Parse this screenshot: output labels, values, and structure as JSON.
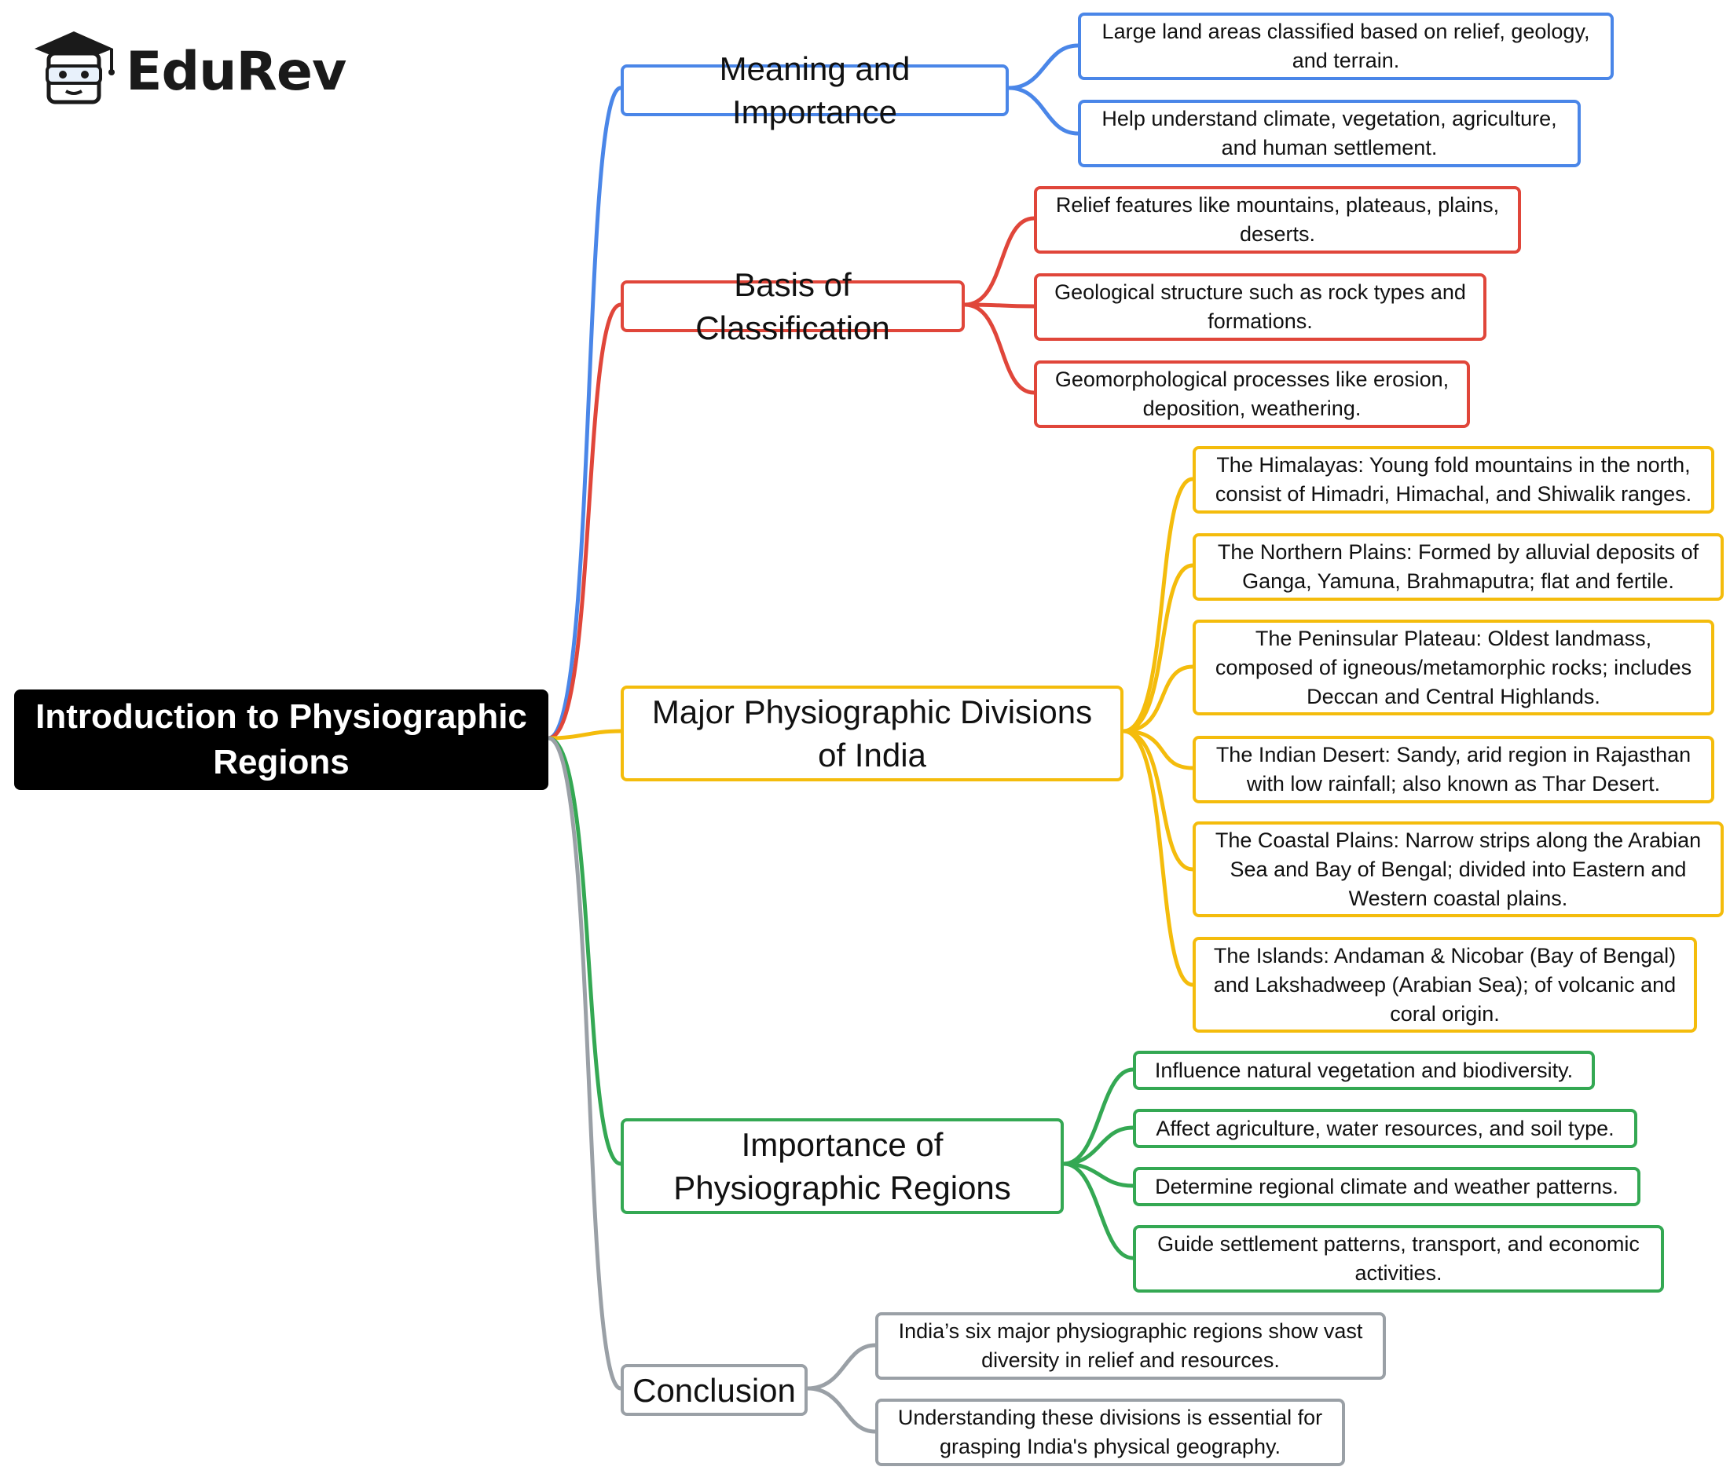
{
  "brand": {
    "name": "EduRev",
    "logo_icon": "graduation-cap-icon"
  },
  "root": {
    "title": "Introduction to Physiographic Regions"
  },
  "colors": {
    "meaning": "#4a86e8",
    "basis": "#e0463a",
    "divisions": "#f4bc0c",
    "importance": "#34a853",
    "conclusion": "#9aa0a6"
  },
  "branches": [
    {
      "key": "meaning",
      "label": "Meaning and Importance",
      "items": [
        "Large land areas classified based on relief, geology, and terrain.",
        "Help understand climate, vegetation, agriculture, and human settlement."
      ]
    },
    {
      "key": "basis",
      "label": "Basis of Classification",
      "items": [
        "Relief features like mountains, plateaus, plains, deserts.",
        "Geological structure such as rock types and formations.",
        "Geomorphological processes like erosion, deposition, weathering."
      ]
    },
    {
      "key": "divisions",
      "label": "Major Physiographic Divisions of India",
      "items": [
        "The Himalayas: Young fold mountains in the north, consist of Himadri, Himachal, and Shiwalik ranges.",
        "The Northern Plains: Formed by alluvial deposits of Ganga, Yamuna, Brahmaputra; flat and fertile.",
        "The Peninsular Plateau: Oldest landmass, composed of igneous/metamorphic rocks; includes Deccan and Central Highlands.",
        "The Indian Desert: Sandy, arid region in Rajasthan with low rainfall; also known as Thar Desert.",
        "The Coastal Plains: Narrow strips along the Arabian Sea and Bay of Bengal; divided into Eastern and Western coastal plains.",
        "The Islands: Andaman & Nicobar (Bay of Bengal) and Lakshadweep (Arabian Sea); of volcanic and coral origin."
      ]
    },
    {
      "key": "importance",
      "label": "Importance of Physiographic Regions",
      "items": [
        "Influence natural vegetation and biodiversity.",
        "Affect agriculture, water resources, and soil type.",
        "Determine regional climate and weather patterns.",
        "Guide settlement patterns, transport, and economic activities."
      ]
    },
    {
      "key": "conclusion",
      "label": "Conclusion",
      "items": [
        "India’s six major physiographic regions show vast diversity in relief and resources.",
        "Understanding these divisions is essential for grasping India's physical geography."
      ]
    }
  ]
}
